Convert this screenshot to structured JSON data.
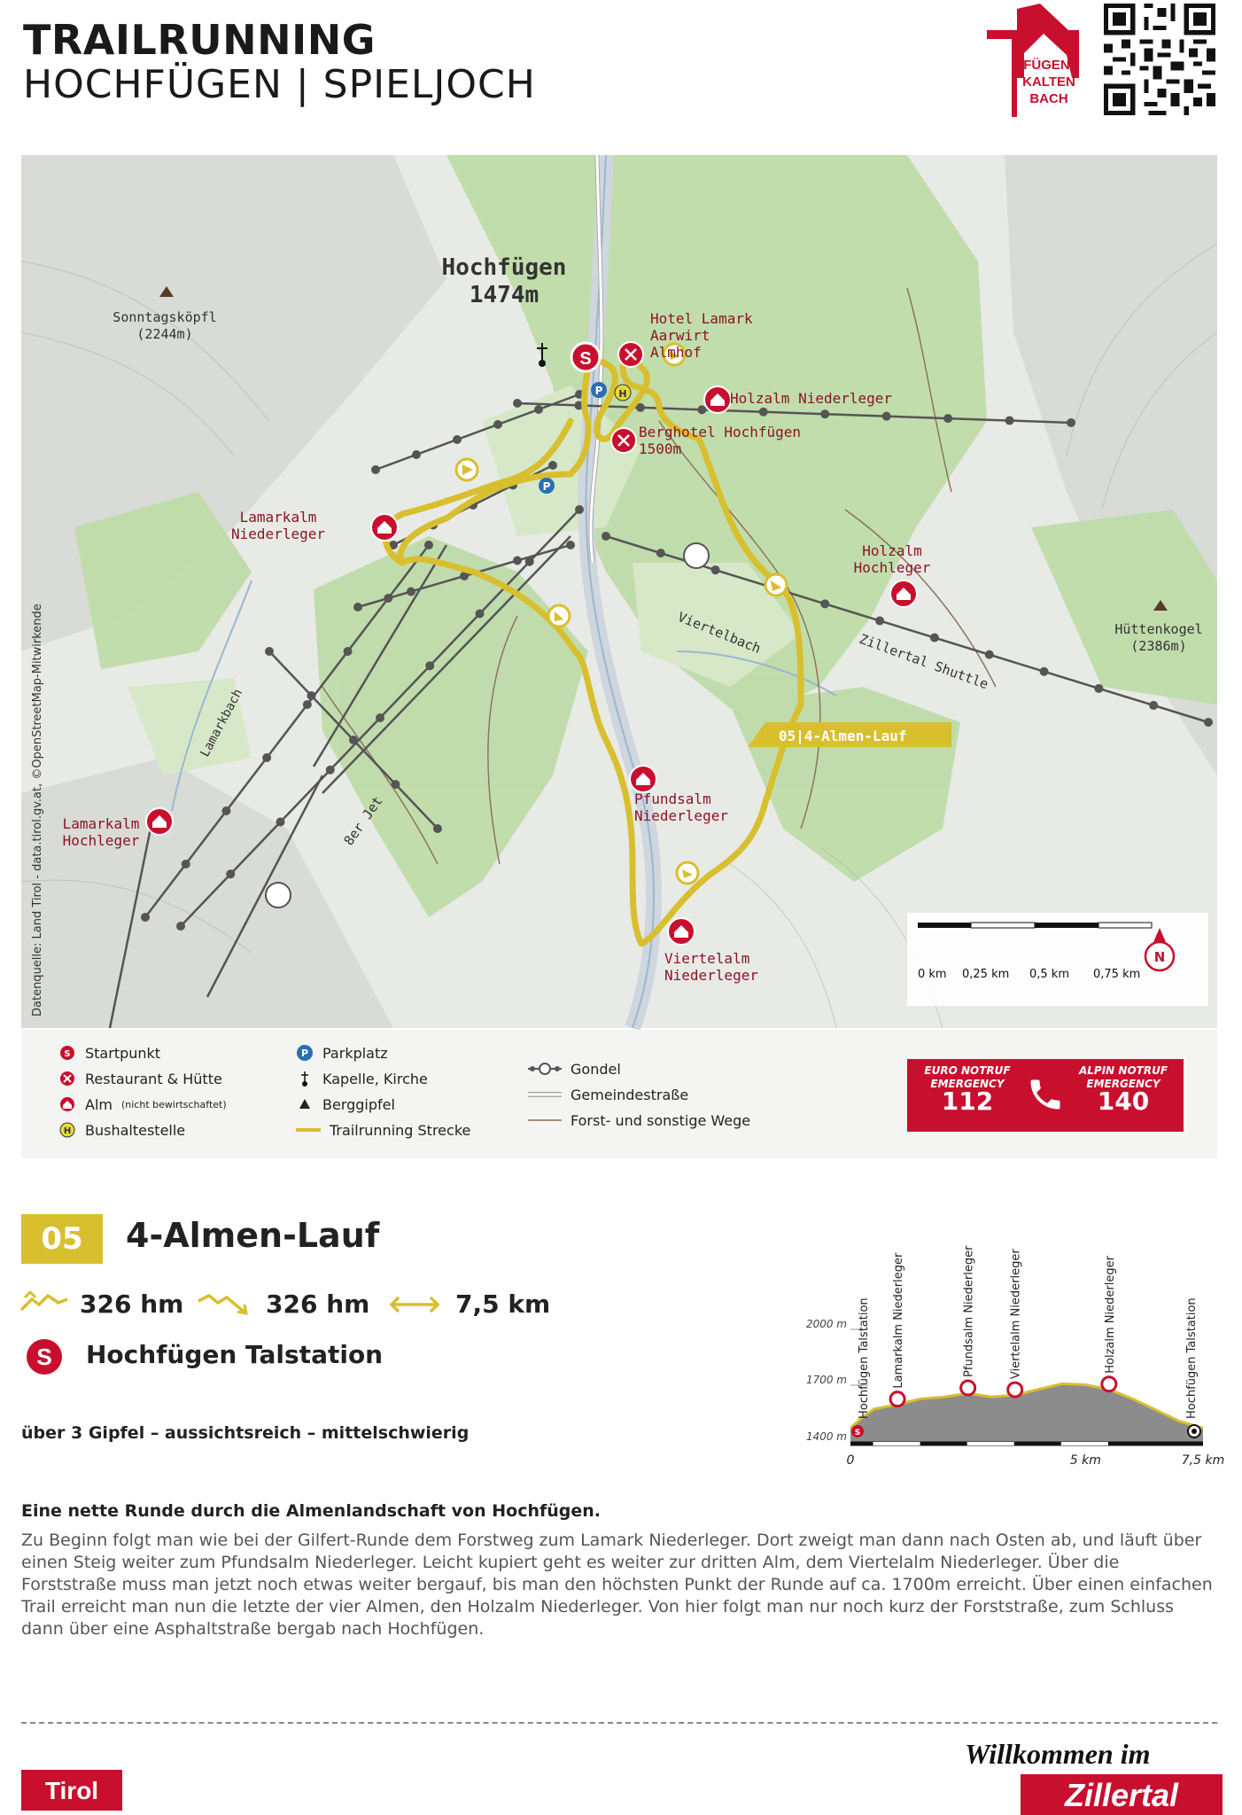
{
  "header": {
    "title": "TRAILRUNNING",
    "subtitle": "HOCHFÜGEN | SPIELJOCH"
  },
  "logo": {
    "text_lines": [
      "FÜGEN-",
      "KALTEN",
      "BACH"
    ],
    "color": "#c8102e"
  },
  "map": {
    "place_name": "Hochfügen",
    "place_elev": "1474m",
    "attribution": "Datenquelle: Land Tirol - data.tirol.gv.at, ©OpenStreetMap-Mitwirkende",
    "route_label": "05|4-Almen-Lauf",
    "summits": [
      {
        "name": "Sonntagsköpfl",
        "elev": "(2244m)"
      },
      {
        "name": "Hüttenkogel",
        "elev": "(2386m)"
      }
    ],
    "pois": {
      "hotel_lamark": [
        "Hotel Lamark",
        "Aarwirt",
        "Almhof"
      ],
      "holzalm_nieder": "Holzalm Niederleger",
      "berghotel": [
        "Berghotel Hochfügen",
        "1500m"
      ],
      "lamarkalm_nieder": [
        "Lamarkalm",
        "Niederleger"
      ],
      "holzalm_hoch": [
        "Holzalm",
        "Hochleger"
      ],
      "pfundsalm": [
        "Pfundsalm",
        "Niederleger"
      ],
      "lamarkalm_hoch": [
        "Lamarkalm",
        "Hochleger"
      ],
      "viertelalm": [
        "Viertelalm",
        "Niederleger"
      ]
    },
    "water_labels": {
      "viertelbach": "Viertelbach",
      "lamarkbach": "Lamarkbach"
    },
    "lift_labels": {
      "shuttle": "Zillertal Shuttle",
      "jet": "8er Jet"
    },
    "scale": [
      "0 km",
      "0,25 km",
      "0,5 km",
      "0,75 km"
    ],
    "north": "N",
    "colors": {
      "route": "#d8bf2e",
      "poi": "#c8102e",
      "forest": "#b9d8a4",
      "lift": "#555555"
    }
  },
  "legend": {
    "start": "Startpunkt",
    "restaurant": "Restaurant & Hütte",
    "alm": "Alm",
    "alm_note": "(nicht bewirtschaftet)",
    "bus": "Bushaltestelle",
    "parking": "Parkplatz",
    "chapel": "Kapelle, Kirche",
    "peak": "Berggipfel",
    "trail": "Trailrunning Strecke",
    "gondola": "Gondel",
    "road": "Gemeindestraße",
    "paths": "Forst- und sonstige Wege"
  },
  "emergency": {
    "euro_label": [
      "EURO NOTRUF",
      "EMERGENCY"
    ],
    "euro_number": "112",
    "alpine_label": [
      "ALPIN NOTRUF",
      "EMERGENCY"
    ],
    "alpine_number": "140"
  },
  "route": {
    "number": "05",
    "name": "4-Almen-Lauf",
    "ascent": "326 hm",
    "descent": "326 hm",
    "distance": "7,5 km",
    "start": "Hochfügen Talstation",
    "tagline": "über 3 Gipfel – aussichtsreich – mittelschwierig",
    "description_title": "Eine nette Runde durch die Almenlandschaft von Hochfügen.",
    "description": "Zu Beginn folgt man wie bei der Gilfert-Runde dem Forstweg zum Lamark Niederleger. Dort zweigt man dann nach Osten ab, und läuft über einen Steig weiter zum Pfundsalm Niederleger. Leicht kupiert geht es weiter zur dritten Alm, dem Viertelalm Niederleger. Über die Forststraße muss man jetzt noch etwas weiter bergauf, bis man den höchsten Punkt der Runde auf ca. 1700m erreicht. Über einen einfachen Trail erreicht man nun die letzte der vier Almen, den Holzalm Niederleger. Von hier folgt man nur noch kurz der Forststraße, zum Schluss dann über eine Asphaltstraße bergab nach Hochfügen."
  },
  "chart_data": {
    "type": "area",
    "y_ticks": [
      "2000 m",
      "1700 m",
      "1400 m"
    ],
    "x_ticks": [
      "0",
      "5 km",
      "7,5 km"
    ],
    "ylim": [
      1400,
      2000
    ],
    "xlim": [
      0,
      7.5
    ],
    "x": [
      0,
      0.25,
      0.5,
      1.0,
      1.5,
      2.0,
      2.5,
      3.0,
      3.5,
      4.0,
      4.5,
      5.0,
      5.5,
      6.0,
      6.5,
      7.0,
      7.5
    ],
    "y": [
      1474,
      1530,
      1575,
      1600,
      1630,
      1640,
      1660,
      1640,
      1650,
      1680,
      1710,
      1705,
      1680,
      1630,
      1570,
      1510,
      1474
    ],
    "waypoints": [
      {
        "name": "Hochfügen Talstation",
        "x": 0,
        "y": 1474
      },
      {
        "name": "Lamarkalm Niederleger",
        "x": 1.0,
        "y": 1600
      },
      {
        "name": "Pfundsalm Niederleger",
        "x": 2.5,
        "y": 1660
      },
      {
        "name": "Viertelalm Niederleger",
        "x": 3.5,
        "y": 1650
      },
      {
        "name": "Holzalm Niederleger",
        "x": 5.5,
        "y": 1680
      },
      {
        "name": "Hochfügen Talstation",
        "x": 7.5,
        "y": 1474
      }
    ]
  },
  "footer": {
    "tirol": "Tirol",
    "welcome": "Willkommen im",
    "region": "Zillertal"
  }
}
